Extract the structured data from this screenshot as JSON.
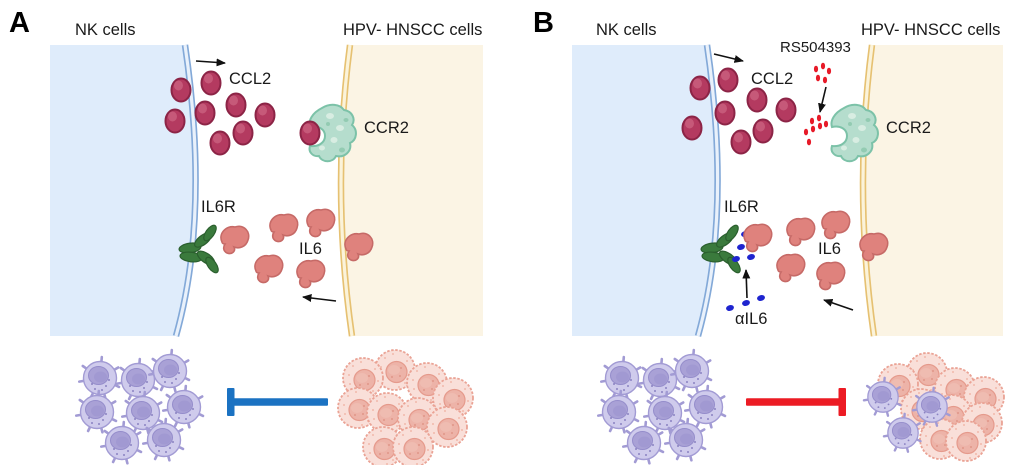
{
  "figure": {
    "panels": [
      {
        "letter": "A",
        "labels": {
          "nk": "NK cells",
          "hnscc": "HPV- HNSCC cells",
          "ccl2": "CCL2",
          "ccr2": "CCR2",
          "il6r": "IL6R",
          "il6": "IL6"
        },
        "inhibition": {
          "color": "#1b72c2",
          "bar_end": "left",
          "meaning": "tumor-suppresses-NK"
        }
      },
      {
        "letter": "B",
        "labels": {
          "nk": "NK cells",
          "hnscc": "HPV- HNSCC cells",
          "ccl2": "CCL2",
          "ccr2": "CCR2",
          "il6r": "IL6R",
          "il6": "IL6",
          "rs504393": "RS504393",
          "ail6": "αIL6"
        },
        "inhibition": {
          "color": "#ec1b24",
          "bar_end": "right",
          "meaning": "NK-suppresses-tumor"
        }
      }
    ],
    "colors": {
      "nk_cytoplasm": "#dfecfb",
      "nk_membrane": "#83a9d8",
      "tumor_cytoplasm": "#fbf4e4",
      "tumor_membrane": "#e6c172",
      "ccl2_molecule": "#b43a60",
      "ccr2_receptor": "#b5ddcd",
      "il6_molecule": "#df827d",
      "il6r_receptor": "#3a7a3c",
      "rs504393_dots": "#e71a28",
      "ail6_dots": "#1e24cf",
      "nk_cell_body": "#cfcbec",
      "tumor_cell_body": "#f9dfd9",
      "inhibition_a": "#1b72c2",
      "inhibition_b": "#ec1b24",
      "arrow": "#111111"
    },
    "icons": {
      "ccl2-molecule-icon": "crimson oval chemokine",
      "ccr2-receptor-icon": "teal amoeboid receptor with binding notch",
      "il6-molecule-icon": "salmon mushroom-shaped cytokine",
      "il6r-receptor-icon": "dark-green oval cluster receptor",
      "rs504393-dot-icon": "small red inhibitor dots",
      "ail6-dot-icon": "small blue antibody dots",
      "nk-cell-icon": "purple spiky lymphocyte",
      "tumor-cell-icon": "pink fuzzy tumor cell",
      "inhibition-bar-icon": "T-bar inhibition symbol",
      "arrow-icon": "thin black arrow"
    }
  }
}
